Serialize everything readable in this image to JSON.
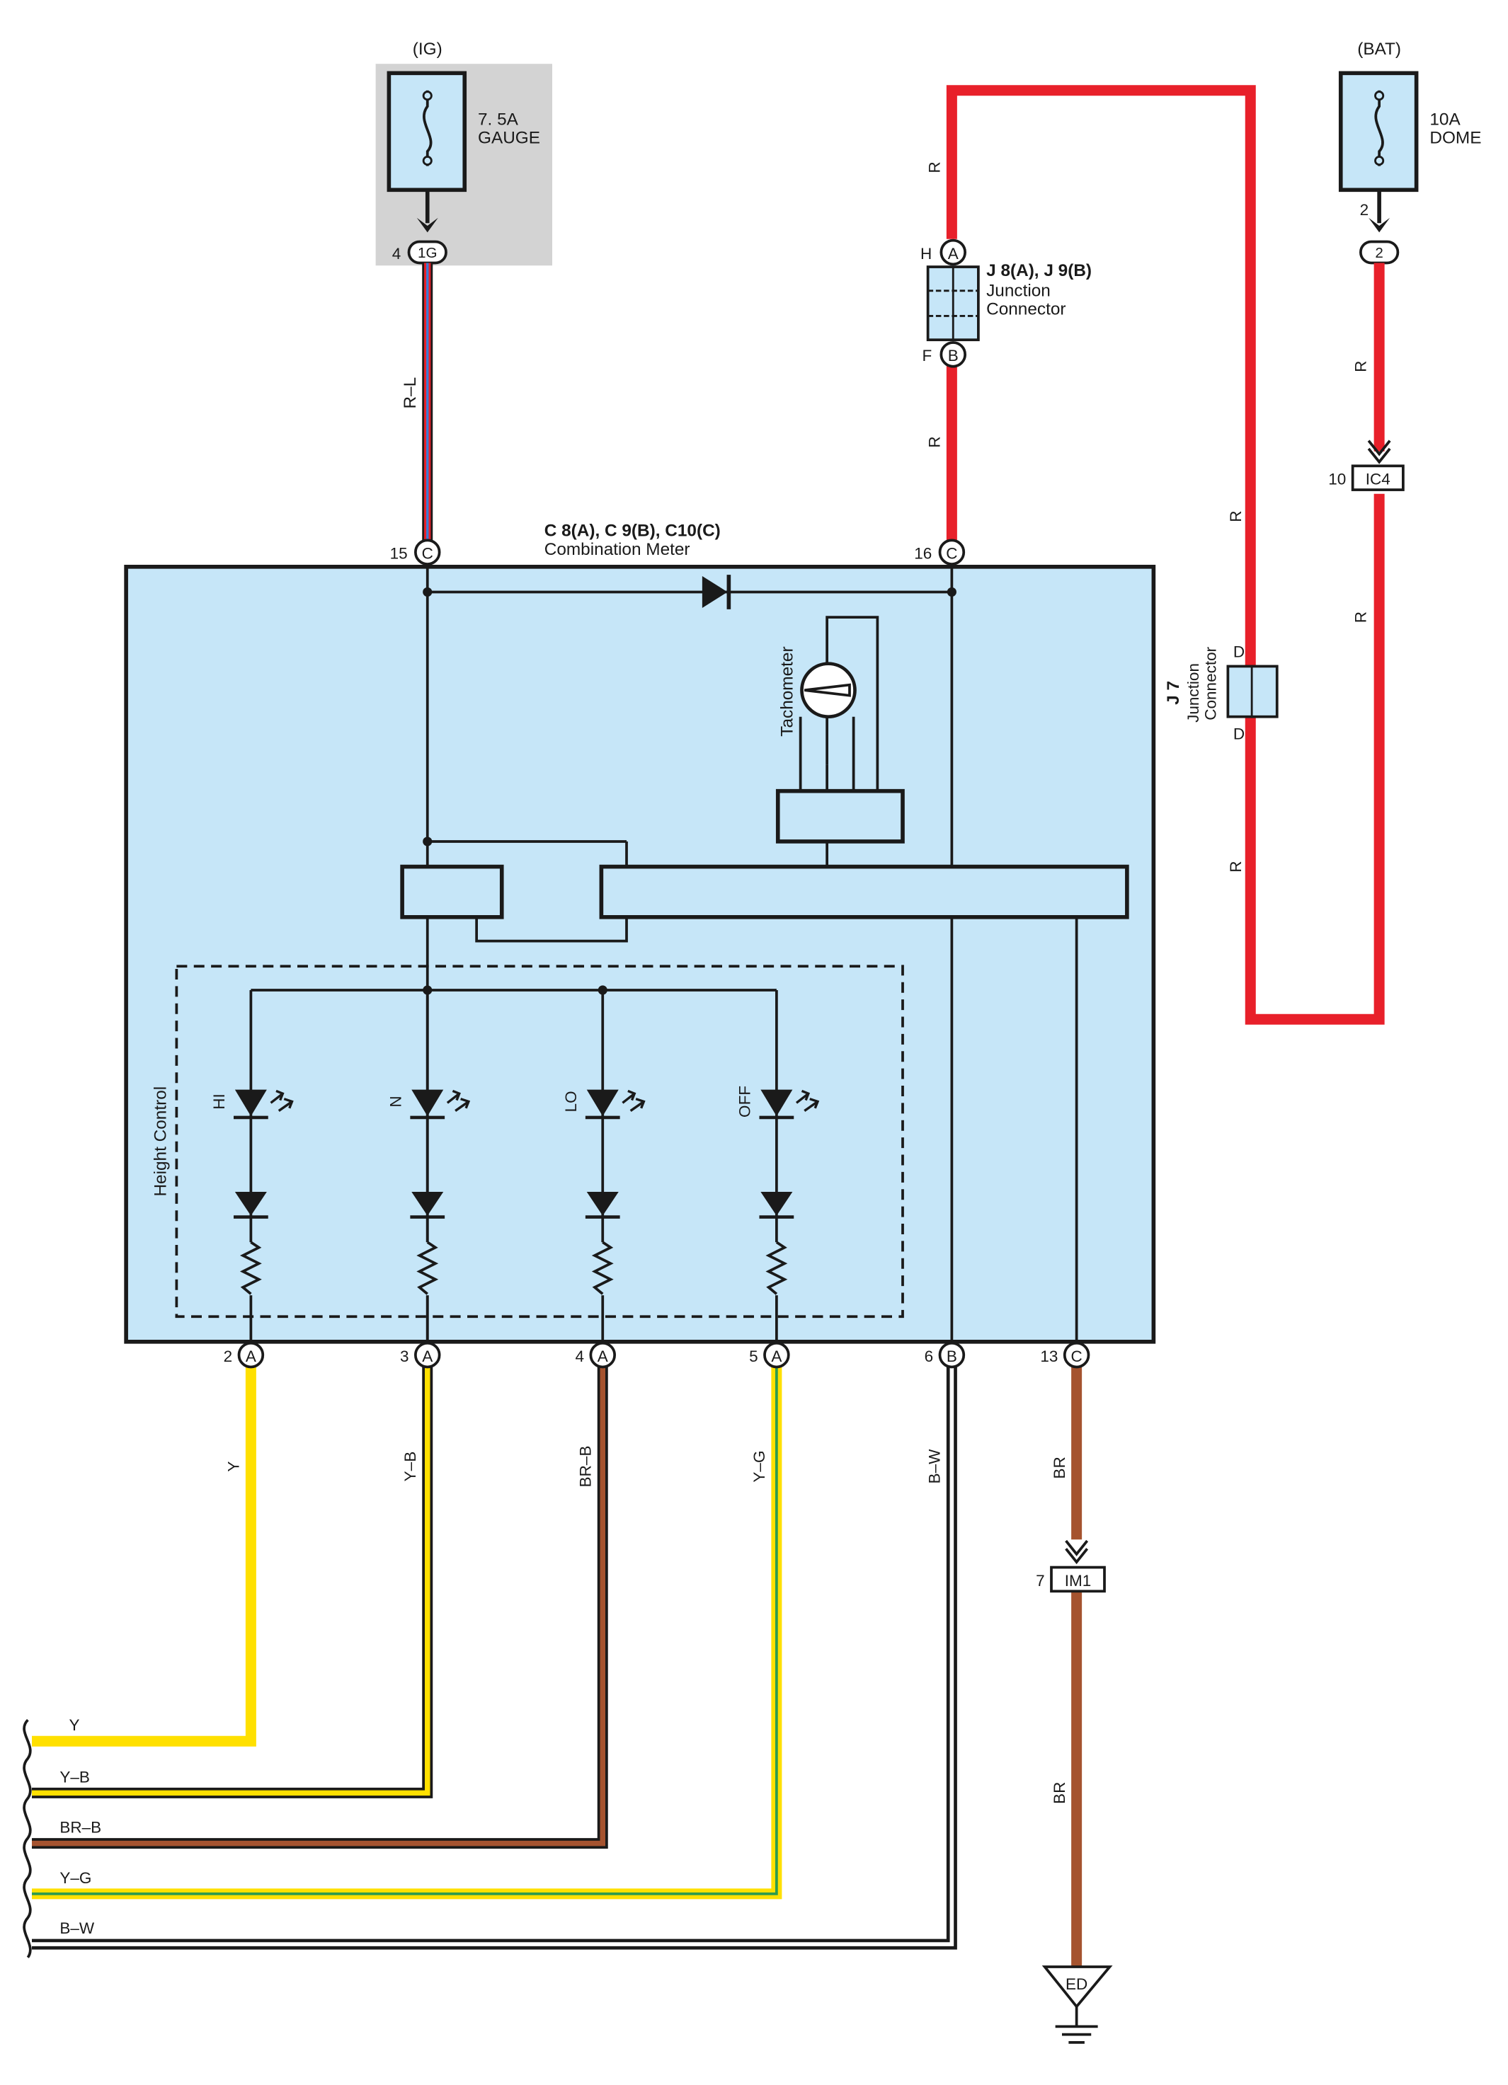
{
  "fuses": {
    "ig": {
      "source": "(IG)",
      "rating": "7. 5A",
      "name": "GAUGE",
      "pin": "4",
      "conn": "1G"
    },
    "bat": {
      "source": "(BAT)",
      "rating": "10A",
      "name": "DOME",
      "pin": "2",
      "conn": "2"
    }
  },
  "junction_j8": {
    "title": "J 8(A), J 9(B)",
    "line1": "Junction",
    "line2": "Connector",
    "pin_top": "H",
    "conn_top": "A",
    "pin_bottom": "F",
    "conn_bottom": "B"
  },
  "junction_j7": {
    "title": "J 7",
    "line1": "Junction",
    "line2": "Connector",
    "pin_top": "D",
    "pin_bottom": "D"
  },
  "meter": {
    "title": "C 8(A), C 9(B), C10(C)",
    "subtitle": "Combination Meter",
    "tachometer": "Tachometer",
    "height_control": "Height Control"
  },
  "top_pins": {
    "p15": "15",
    "c15": "C",
    "p16": "16",
    "c16": "C"
  },
  "leds": [
    "HI",
    "N",
    "LO",
    "OFF"
  ],
  "bottom_pins": [
    {
      "pin": "2",
      "conn": "A",
      "wire": "Y"
    },
    {
      "pin": "3",
      "conn": "A",
      "wire": "Y–B"
    },
    {
      "pin": "4",
      "conn": "A",
      "wire": "BR–B"
    },
    {
      "pin": "5",
      "conn": "A",
      "wire": "Y–G"
    },
    {
      "pin": "6",
      "conn": "B",
      "wire": "B–W"
    },
    {
      "pin": "13",
      "conn": "C",
      "wire": "BR"
    }
  ],
  "wire_labels": {
    "rl": "R–L",
    "r": "R",
    "br": "BR"
  },
  "connectors": {
    "ic4": {
      "pin": "10",
      "name": "IC4"
    },
    "im1": {
      "pin": "7",
      "name": "IM1"
    }
  },
  "ground": "ED",
  "colors": {
    "red": "#e8202a",
    "yellow": "#ffe000",
    "brown": "#a5532f",
    "green": "#2e9b4e",
    "blue": "#3a7bd5",
    "meter_fill": "#c6e6f8",
    "fuse_box": "#d3d3d3"
  }
}
